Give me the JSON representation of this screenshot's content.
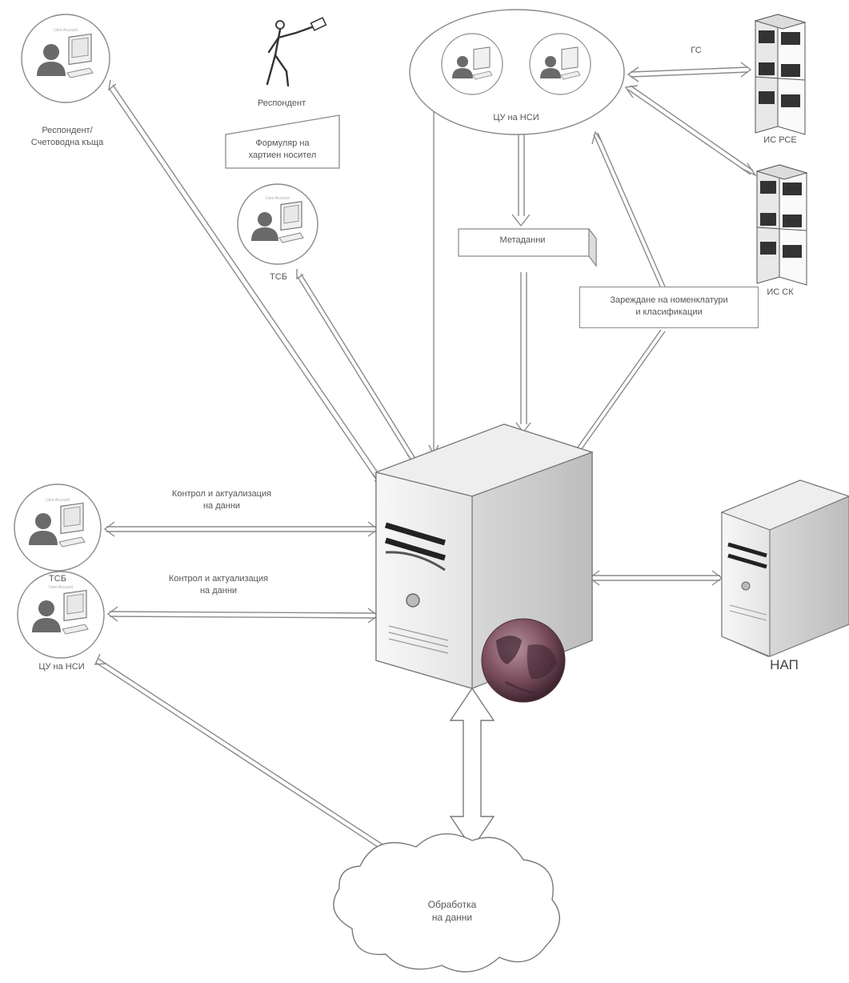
{
  "labels": {
    "respondent_accounting": "Респондент/\nСчетоводна къща",
    "respondent": "Респондент",
    "form_paper": "Формуляр на\nхартиен носител",
    "tsb_top": "ТСБ",
    "cu_nsi_top": "ЦУ на НСИ",
    "gs": "ГС",
    "is_rse": "ИС РСЕ",
    "is_sk": "ИС СК",
    "metadata": "Метаданни",
    "nomenclatures": "Зареждане на номенклатури\nи класификации",
    "control_1": "Контрол и актуализация\nна данни",
    "control_2": "Контрол и актуализация\nна данни",
    "tsb_left": "ТСБ",
    "cu_nsi_left": "ЦУ на НСИ",
    "nap": "НАП",
    "processing": "Обработка\nна данни"
  },
  "icons": [
    "user-computer-icon",
    "walking-person-icon",
    "server-rack-icon",
    "main-server-icon",
    "globe-icon",
    "cloud-icon"
  ],
  "colors": {
    "line": "#8a8a8a",
    "text": "#555555",
    "server_body": "#f4f4f4",
    "globe": "#7a4d5c"
  }
}
